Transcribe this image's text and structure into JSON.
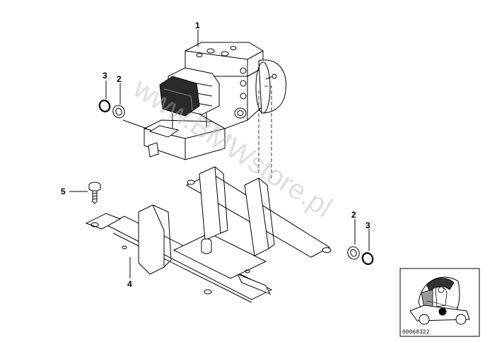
{
  "callouts": [
    {
      "id": "1",
      "label": "1"
    },
    {
      "id": "2a",
      "label": "2"
    },
    {
      "id": "3a",
      "label": "3"
    },
    {
      "id": "2b",
      "label": "2"
    },
    {
      "id": "3b",
      "label": "3"
    },
    {
      "id": "4",
      "label": "4"
    },
    {
      "id": "5",
      "label": "5"
    }
  ],
  "watermark": "www.BMWstore.pl",
  "reference_number": "00068322",
  "colors": {
    "line": "#000000",
    "background": "#ffffff",
    "watermark": "#b8b8b8"
  }
}
